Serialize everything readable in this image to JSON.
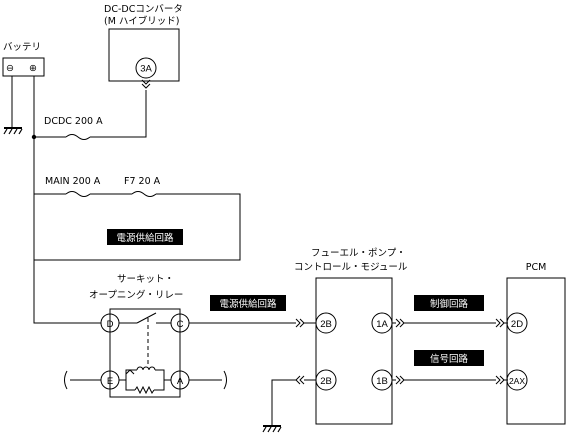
{
  "components": {
    "battery": {
      "label": "バッテリ",
      "minus": "⊖",
      "plus": "⊕"
    },
    "dcdc": {
      "title_line1": "DC-DCコンバータ",
      "title_line2": "(M ハイブリッド)",
      "pin": "3A"
    },
    "circuit_relay": {
      "title_line1": "サーキット・",
      "title_line2": "オープニング・リレー",
      "pins": {
        "d": "D",
        "c": "C",
        "e": "E",
        "a": "A"
      }
    },
    "fuel_pump_module": {
      "title_line1": "フューエル・ポンプ・",
      "title_line2": "コントロール・モジュール",
      "pins": {
        "p2b_top": "2B",
        "p2b_bottom": "2B",
        "p1a": "1A",
        "p1b": "1B"
      }
    },
    "pcm": {
      "title": "PCM",
      "pins": {
        "p2d": "2D",
        "p2ax": "2AX"
      }
    }
  },
  "fuses": {
    "dcdc": "DCDC 200 A",
    "main": "MAIN 200 A",
    "f7": "F7 20 A"
  },
  "circuit_tags": {
    "power_supply_1": "電源供給回路",
    "power_supply_2": "電源供給回路",
    "control": "制御回路",
    "signal": "信号回路"
  }
}
